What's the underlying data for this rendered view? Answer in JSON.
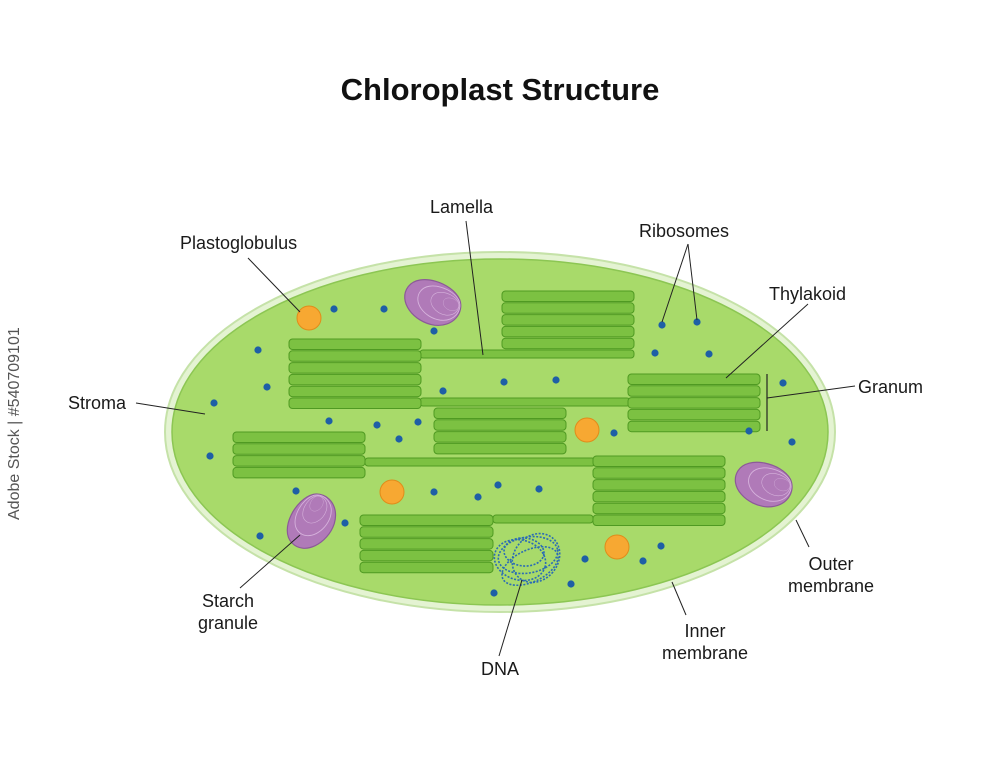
{
  "title": "Chloroplast Structure",
  "labels": {
    "lamella": "Lamella",
    "plastoglobulus": "Plastoglobulus",
    "ribosomes": "Ribosomes",
    "thylakoid": "Thylakoid",
    "granum": "Granum",
    "stroma": "Stroma",
    "outer_membrane_1": "Outer",
    "outer_membrane_2": "membrane",
    "inner_membrane_1": "Inner",
    "inner_membrane_2": "membrane",
    "starch_granule_1": "Starch",
    "starch_granule_2": "granule",
    "dna": "DNA"
  },
  "watermark": "Adobe Stock | #540709101",
  "colors": {
    "outer_membrane": "#e4f3d2",
    "stroma": "#a8da6a",
    "thylakoid_fill": "#7cc142",
    "thylakoid_stroke": "#4f9a22",
    "plastoglobulus": "#f7a832",
    "starch": "#b07ab8",
    "ribosome": "#1e5fa6",
    "dna": "#2b6cb5"
  }
}
